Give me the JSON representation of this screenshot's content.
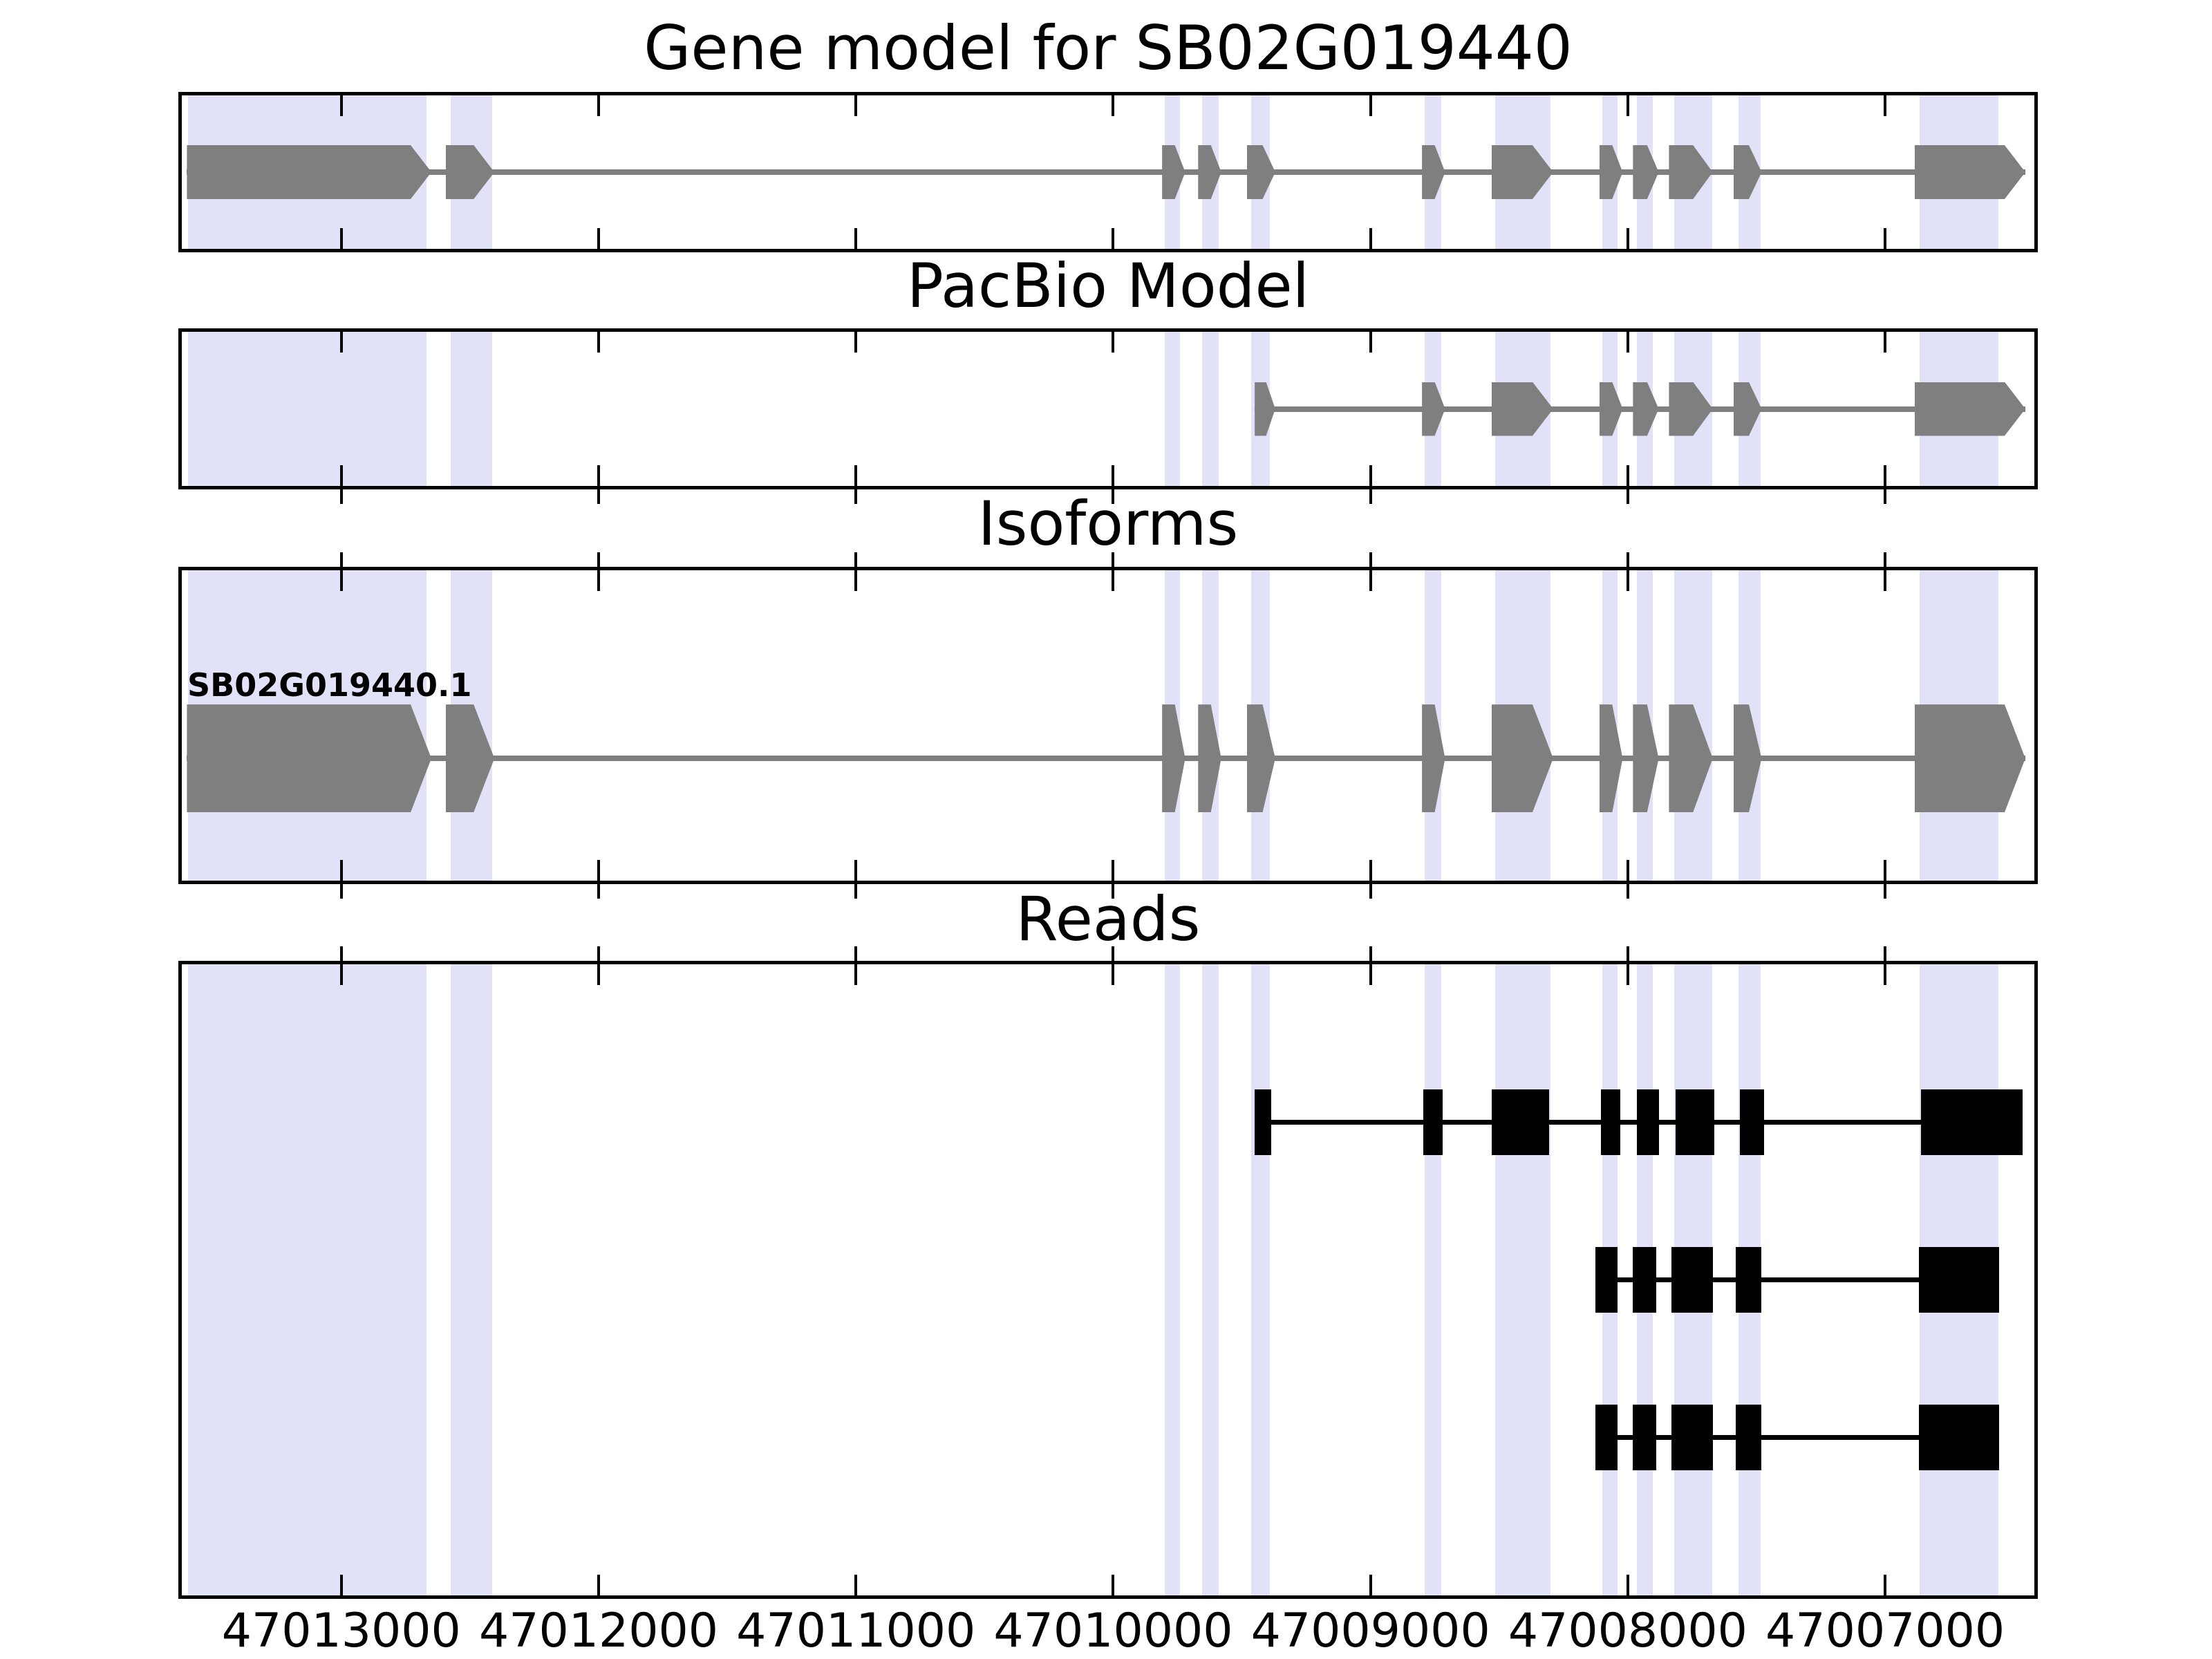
{
  "figure_background": "#ffffff",
  "chart_data": {
    "type": "gene_model_tracks",
    "x_axis": {
      "reversed": true,
      "lim_left": 47013620,
      "lim_right": 47006420,
      "tick_values": [
        47013000,
        47012000,
        47011000,
        47010000,
        47009000,
        47008000,
        47007000
      ],
      "tick_labels": [
        "47013000",
        "47012000",
        "47011000",
        "47010000",
        "47009000",
        "47008000",
        "47007000"
      ]
    },
    "colors": {
      "highlight_band": "#e1e1f8",
      "gene_gray": "#7f7f7f",
      "read_black": "#000000",
      "axis": "#000000"
    },
    "highlight_regions": [
      [
        47013595,
        47012670
      ],
      [
        47012575,
        47012415
      ],
      [
        47009800,
        47009740
      ],
      [
        47009655,
        47009590
      ],
      [
        47009465,
        47009390
      ],
      [
        47008790,
        47008725
      ],
      [
        47008515,
        47008300
      ],
      [
        47008100,
        47008040
      ],
      [
        47007965,
        47007903
      ],
      [
        47007820,
        47007673
      ],
      [
        47007570,
        47007485
      ],
      [
        47006865,
        47006560
      ]
    ],
    "panels": [
      {
        "title": "Gene model for SB02G019440",
        "tracks": [
          {
            "name": "SB02G019440",
            "style": "arrow",
            "color": "#7f7f7f",
            "exons": [
              [
                47013600,
                47012650
              ],
              [
                47012595,
                47012405
              ],
              [
                47009810,
                47009720
              ],
              [
                47009670,
                47009580
              ],
              [
                47009480,
                47009370
              ],
              [
                47008800,
                47008710
              ],
              [
                47008530,
                47008290
              ],
              [
                47008110,
                47008020
              ],
              [
                47007980,
                47007880
              ],
              [
                47007840,
                47007670
              ],
              [
                47007590,
                47007480
              ],
              [
                47006885,
                47006455
              ]
            ]
          }
        ]
      },
      {
        "title": "PacBio Model",
        "tracks": [
          {
            "name": "pacbio_model",
            "style": "arrow",
            "color": "#7f7f7f",
            "exons": [
              [
                47009450,
                47009370
              ],
              [
                47008800,
                47008710
              ],
              [
                47008530,
                47008290
              ],
              [
                47008110,
                47008020
              ],
              [
                47007980,
                47007880
              ],
              [
                47007840,
                47007670
              ],
              [
                47007590,
                47007480
              ],
              [
                47006885,
                47006455
              ]
            ]
          }
        ]
      },
      {
        "title": "Isoforms",
        "tracks": [
          {
            "name": "SB02G019440.1",
            "label": "SB02G019440.1",
            "style": "arrow",
            "color": "#7f7f7f",
            "exons": [
              [
                47013600,
                47012650
              ],
              [
                47012595,
                47012405
              ],
              [
                47009810,
                47009720
              ],
              [
                47009670,
                47009580
              ],
              [
                47009480,
                47009370
              ],
              [
                47008800,
                47008710
              ],
              [
                47008530,
                47008290
              ],
              [
                47008110,
                47008020
              ],
              [
                47007980,
                47007880
              ],
              [
                47007840,
                47007670
              ],
              [
                47007590,
                47007480
              ],
              [
                47006885,
                47006455
              ]
            ]
          }
        ]
      },
      {
        "title": "Reads",
        "tracks": [
          {
            "name": "read_1",
            "style": "rect",
            "color": "#000000",
            "exons": [
              [
                47009450,
                47009385
              ],
              [
                47008795,
                47008720
              ],
              [
                47008530,
                47008305
              ],
              [
                47008105,
                47008030
              ],
              [
                47007965,
                47007880
              ],
              [
                47007815,
                47007665
              ],
              [
                47007565,
                47007470
              ],
              [
                47006860,
                47006465
              ]
            ]
          },
          {
            "name": "read_2",
            "style": "rect",
            "color": "#000000",
            "exons": [
              [
                47008125,
                47008040
              ],
              [
                47007980,
                47007890
              ],
              [
                47007830,
                47007670
              ],
              [
                47007580,
                47007480
              ],
              [
                47006870,
                47006557
              ]
            ]
          },
          {
            "name": "read_3",
            "style": "rect",
            "color": "#000000",
            "exons": [
              [
                47008125,
                47008040
              ],
              [
                47007980,
                47007890
              ],
              [
                47007830,
                47007670
              ],
              [
                47007580,
                47007480
              ],
              [
                47006870,
                47006557
              ]
            ]
          }
        ]
      }
    ]
  }
}
